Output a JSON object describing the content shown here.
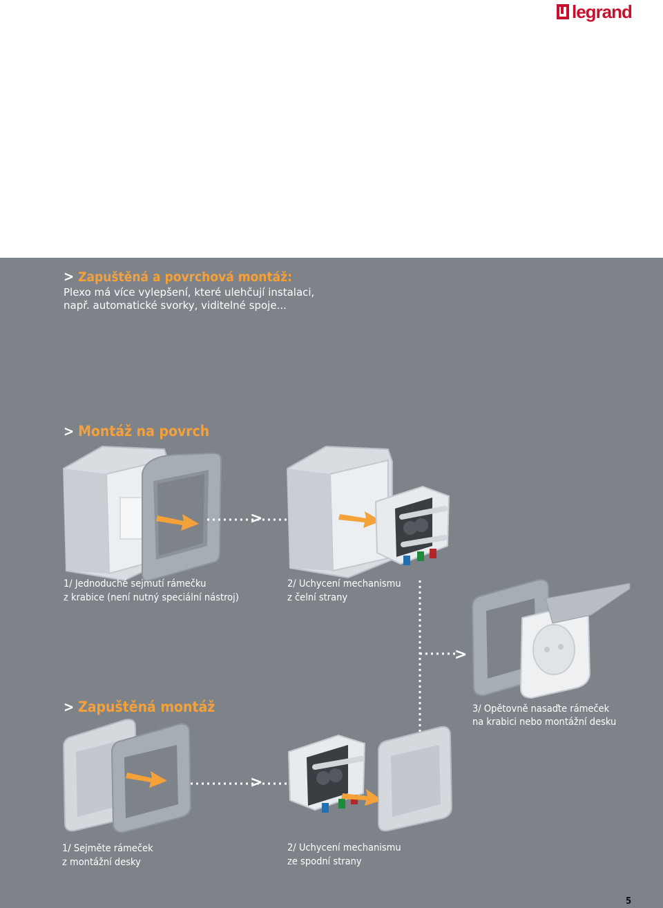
{
  "brand": {
    "logo_text": "legrand"
  },
  "intro": {
    "heading": "Zapuštěná a povrchová montáž:",
    "line1": "Plexo má více vylepšení, které ulehčují instalaci,",
    "line2": "např. automatické svorky, viditelné spoje..."
  },
  "surface": {
    "heading": "Montáž na povrch",
    "step1": {
      "line1": "1/ Jednoduché sejmutí rámečku",
      "line2": "z krabice (není nutný speciální nástroj)"
    },
    "step2": {
      "line1": "2/ Uchycení mechanismu",
      "line2": "z čelní strany"
    },
    "step3": {
      "line1": "3/ Opětovně nasaďte rámeček",
      "line2": "na krabici nebo montážní desku"
    }
  },
  "flush": {
    "heading": "Zapuštěná montáž",
    "step1": {
      "line1": "1/ Sejměte rámeček",
      "line2": "z montážní desky"
    },
    "step2": {
      "line1": "2/ Uchycení mechanismu",
      "line2": "ze spodní strany"
    }
  },
  "arrow_glyph": ">",
  "page_number": "5",
  "colors": {
    "panel": "#7e8389",
    "accent": "#f5a13a",
    "text": "#ffffff",
    "logo_red": "#c8102e"
  }
}
